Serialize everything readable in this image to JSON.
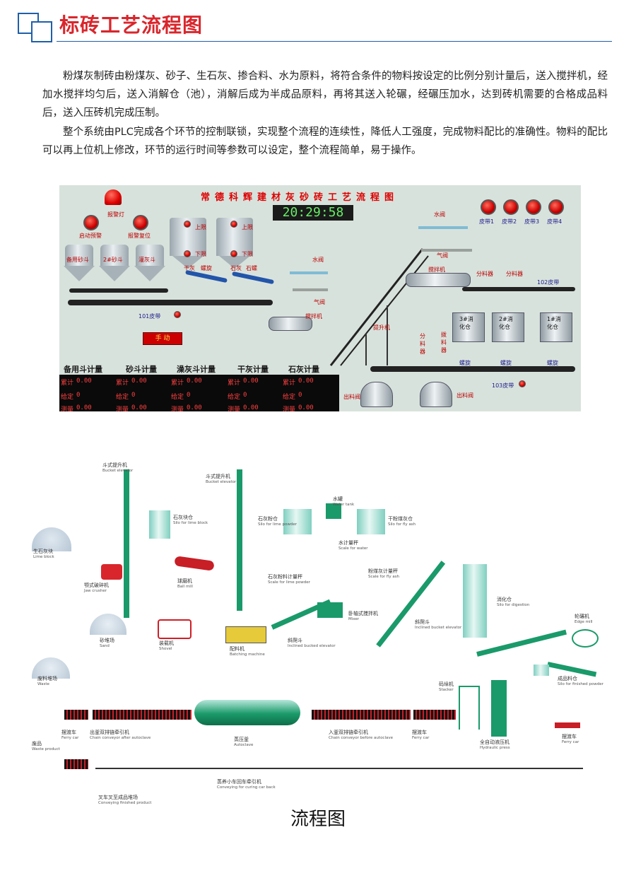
{
  "header": {
    "title": "标砖工艺流程图"
  },
  "body": {
    "para1": "粉煤灰制砖由粉煤灰、砂子、生石灰、掺合料、水为原料，将符合条件的物料按设定的比例分别计量后，送入搅拌机，经加水搅拌均匀后，送入消解仓（池），消解后成为半成品原料，再将其送入轮碾，经碾压加水，达到砖机需要的合格成品料后，送入压砖机完成压制。",
    "para2": "整个系统由PLC完成各个环节的控制联锁，实现整个流程的连续性，降低人工强度，完成物料配比的准确性。物料的配比可以再上位机上修改，环节的运行时间等参数可以设定，整个流程简单，易于操作。"
  },
  "hmi": {
    "title": "常德科辉建材灰砂砖工艺流程图",
    "clock": "20:29:58",
    "alarm_lamp": "报警灯",
    "start_warning": "启动预警",
    "alarm_reset": "报警复位",
    "silo_labels": [
      "备用砂斗",
      "2#砂斗",
      "灌灰斗"
    ],
    "upper_limit": "上限",
    "lower_limit": "下限",
    "dry_ash": "干灰",
    "stone_ash": "石灰",
    "screw": "螺旋",
    "stone_screw": "石螺",
    "water_valve": "水阀",
    "gas_valve": "气阀",
    "mixer": "搅拌机",
    "elevator": "提升机",
    "belts": [
      "皮带1",
      "皮带2",
      "皮带3",
      "皮带4"
    ],
    "distributor": "分料器",
    "belt_102": "102皮带",
    "belt_101": "101皮带",
    "belt_103": "103皮带",
    "digest_silos": [
      "3#消化仓",
      "2#消化仓",
      "1#消化仓"
    ],
    "screw_conv": "螺旋",
    "distrib_dev": "分料器",
    "feed_dev": "拨料器",
    "manual_btn": "手 动",
    "outlet_valve": "出料阀",
    "meters": [
      "备用斗计量",
      "砂斗计量",
      "澡灰斗计量",
      "干灰计量",
      "石灰计量"
    ],
    "row_labels": [
      "累计",
      "给定",
      "测量"
    ],
    "value": "0.00",
    "value_int": "0"
  },
  "process": {
    "bucket_elev1_cn": "斗式提升机",
    "bucket_elev1_en": "Bucket elevator",
    "bucket_elev2_cn": "斗式提升机",
    "bucket_elev2_en": "Bucket elevator",
    "lime_block_cn": "生石灰块",
    "lime_block_en": "Lime block",
    "jaw_crusher_cn": "颚式破碎机",
    "jaw_crusher_en": "Jaw crusher",
    "silo_lime_block_cn": "石灰块仓",
    "silo_lime_block_en": "Silo for lime block",
    "ball_mill_cn": "球磨机",
    "ball_mill_en": "Ball mill",
    "silo_lime_powder_cn": "石灰粉仓",
    "silo_lime_powder_en": "Silo for lime powder",
    "water_tank_cn": "水罐",
    "water_tank_en": "Water tank",
    "silo_fly_ash_cn": "干粉煤灰仓",
    "silo_fly_ash_en": "Silo for fly ash",
    "scale_water_cn": "水计量秤",
    "scale_water_en": "Scale for water",
    "scale_lime_cn": "石灰粉料计量秤",
    "scale_lime_en": "Scale for lime powder",
    "scale_fly_cn": "粉煤灰计量秤",
    "scale_fly_en": "Scale for fly ash",
    "mixer_cn": "卧轴式搅拌机",
    "mixer_en": "Mixer",
    "sand_cn": "砂堆场",
    "sand_en": "Sand",
    "shovel_cn": "装载机",
    "shovel_en": "Shovel",
    "batching_cn": "配料机",
    "batching_en": "Batching machine",
    "incl_elev1_cn": "斜爬斗",
    "incl_elev1_en": "Inclined bucked elevator",
    "incl_elev2_cn": "斜爬斗",
    "incl_elev2_en": "Inclined bucket elevator",
    "digest_cn": "消化仓",
    "digest_en": "Silo for digestion",
    "edge_mill_cn": "轮碾机",
    "edge_mill_en": "Edge mill",
    "finished_powder_cn": "成品料仓",
    "finished_powder_en": "Silo for finished powder",
    "stacker_cn": "码垛机",
    "stacker_en": "Stacker",
    "hydraulic_cn": "全自动液压机",
    "hydraulic_en": "Hydraulic press",
    "waste_cn": "废料堆场",
    "waste_en": "Waste",
    "ferry1_cn": "摆渡车",
    "ferry1_en": "Ferry car",
    "ferry2_cn": "摆渡车",
    "ferry2_en": "Ferry car",
    "ferry3_cn": "摆渡车",
    "ferry3_en": "Ferry car",
    "chain_after_cn": "出釜双排链牵引机",
    "chain_after_en": "Chain conveyor after autoclave",
    "autoclave_cn": "蒸压釜",
    "autoclave_en": "Autoclave",
    "chain_before_cn": "入釜双排链牵引机",
    "chain_before_en": "Chain conveyor before autoclave",
    "waste_product_cn": "废品",
    "waste_product_en": "Waste product",
    "curing_cn": "蒸养小车回车牵引机",
    "curing_en": "Conveying for curing car back",
    "finished_cn": "叉车叉至成品堆场",
    "finished_en": "Conveying finished product"
  },
  "caption": "流程图"
}
